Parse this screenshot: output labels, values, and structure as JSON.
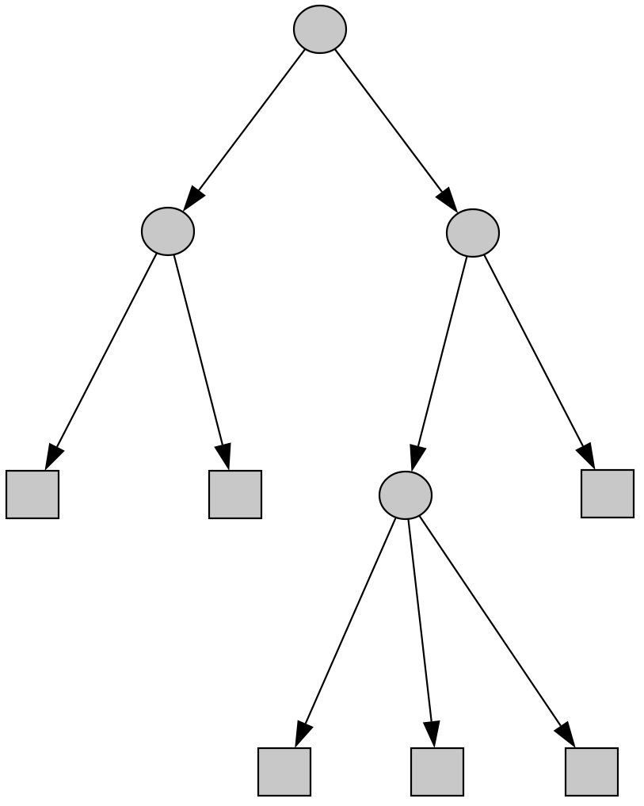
{
  "colors": {
    "node_fill": "#c8c8c8",
    "stroke": "#000000",
    "background": "#ffffff"
  },
  "nodes": [
    {
      "id": "root",
      "shape": "ellipse"
    },
    {
      "id": "left-child",
      "shape": "ellipse"
    },
    {
      "id": "right-child",
      "shape": "ellipse"
    },
    {
      "id": "leaf-1",
      "shape": "square"
    },
    {
      "id": "leaf-2",
      "shape": "square"
    },
    {
      "id": "inner-node",
      "shape": "ellipse"
    },
    {
      "id": "leaf-3",
      "shape": "square"
    },
    {
      "id": "leaf-4",
      "shape": "square"
    },
    {
      "id": "leaf-5",
      "shape": "square"
    },
    {
      "id": "leaf-6",
      "shape": "square"
    }
  ],
  "edges": [
    {
      "from": "root",
      "to": "left-child"
    },
    {
      "from": "root",
      "to": "right-child"
    },
    {
      "from": "left-child",
      "to": "leaf-1"
    },
    {
      "from": "left-child",
      "to": "leaf-2"
    },
    {
      "from": "right-child",
      "to": "inner-node"
    },
    {
      "from": "right-child",
      "to": "leaf-3"
    },
    {
      "from": "inner-node",
      "to": "leaf-4"
    },
    {
      "from": "inner-node",
      "to": "leaf-5"
    },
    {
      "from": "inner-node",
      "to": "leaf-6"
    }
  ]
}
